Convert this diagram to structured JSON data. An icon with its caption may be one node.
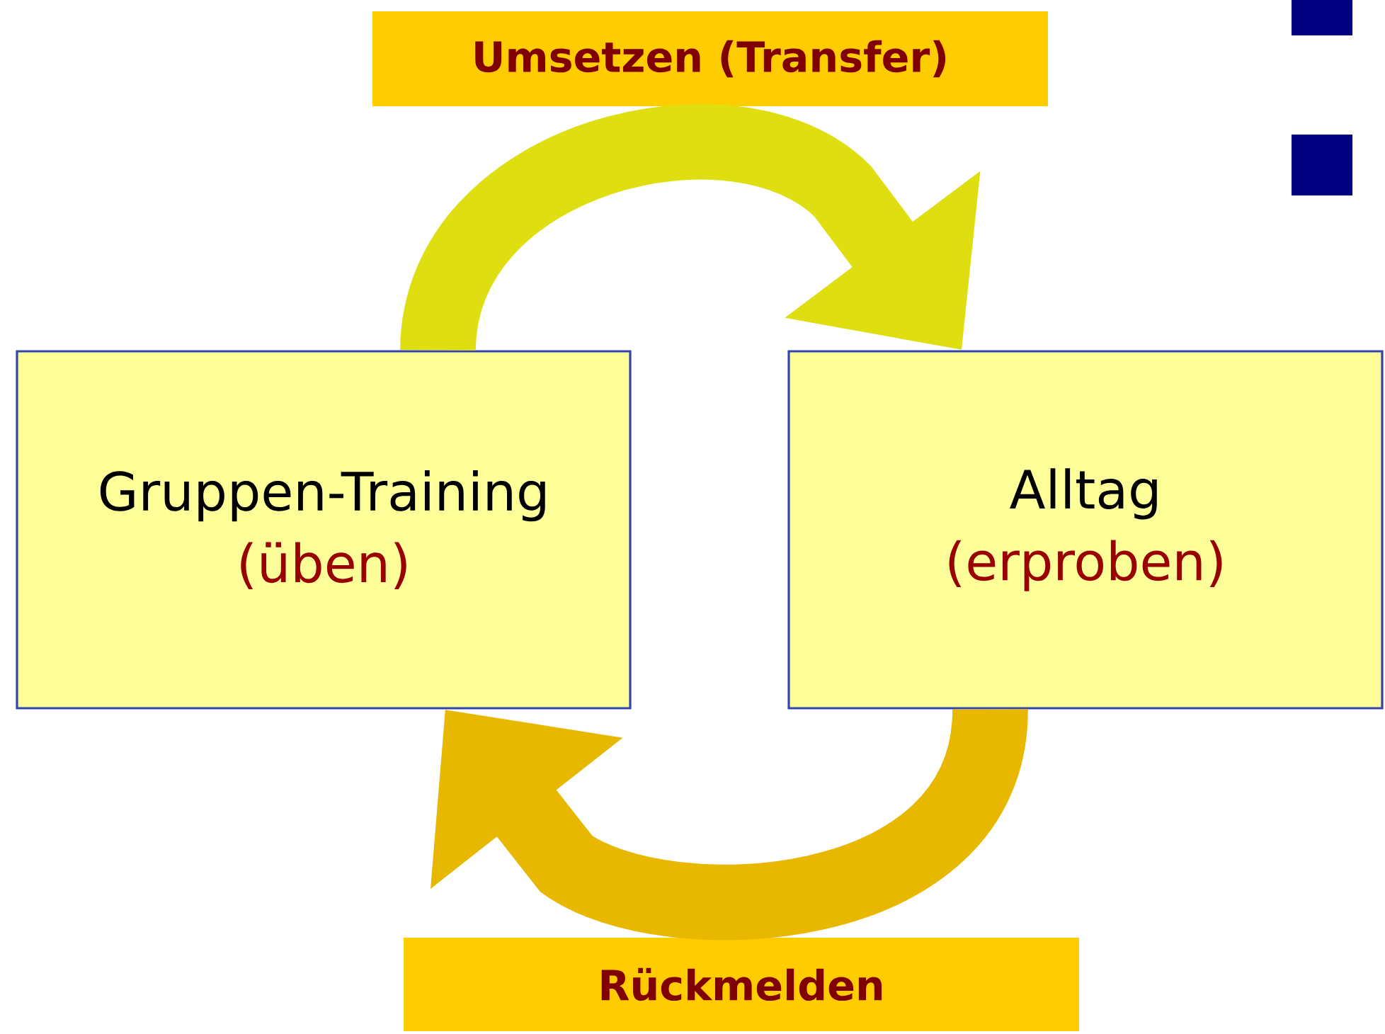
{
  "diagram": {
    "nodes": [
      {
        "text": [
          "Umsetzen (Transfer)"
        ]
      },
      {
        "text": [
          "Gruppen-Training",
          "(üben)"
        ]
      },
      {
        "text": [
          "Alltag",
          "(erproben)"
        ]
      },
      {
        "text": [
          "Rückmelden"
        ]
      }
    ],
    "edges": [
      {
        "from": 1,
        "to": 2,
        "arrow": "to",
        "color": "#dede10"
      },
      {
        "from": 2,
        "to": 1,
        "arrow": "to",
        "color": "#e8b800"
      }
    ]
  }
}
